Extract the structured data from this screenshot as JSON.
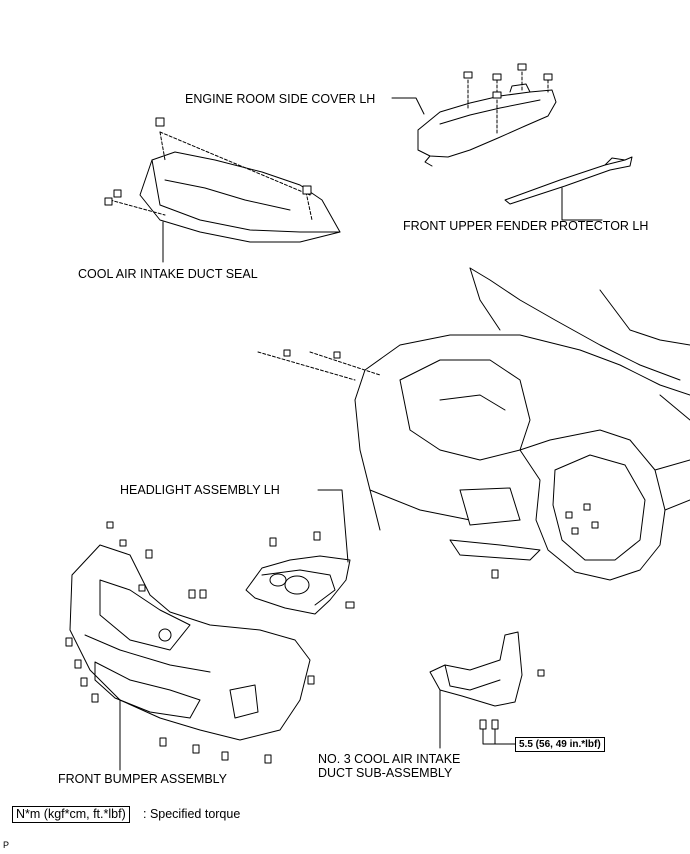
{
  "labels": {
    "engine_room_side_cover": "ENGINE ROOM SIDE COVER LH",
    "front_upper_fender_protector": "FRONT UPPER FENDER PROTECTOR LH",
    "cool_air_intake_duct_seal": "COOL AIR INTAKE DUCT SEAL",
    "headlight_assembly": "HEADLIGHT ASSEMBLY LH",
    "front_bumper_assembly": "FRONT BUMPER ASSEMBLY",
    "no3_duct_line1": "NO. 3 COOL AIR INTAKE",
    "no3_duct_line2": "DUCT SUB-ASSEMBLY"
  },
  "torque": {
    "value": "5.5 (56, 49  in.*lbf)"
  },
  "legend": {
    "unit": "N*m (kgf*cm, ft.*lbf)",
    "text": ": Specified torque"
  },
  "corner_mark": "P"
}
